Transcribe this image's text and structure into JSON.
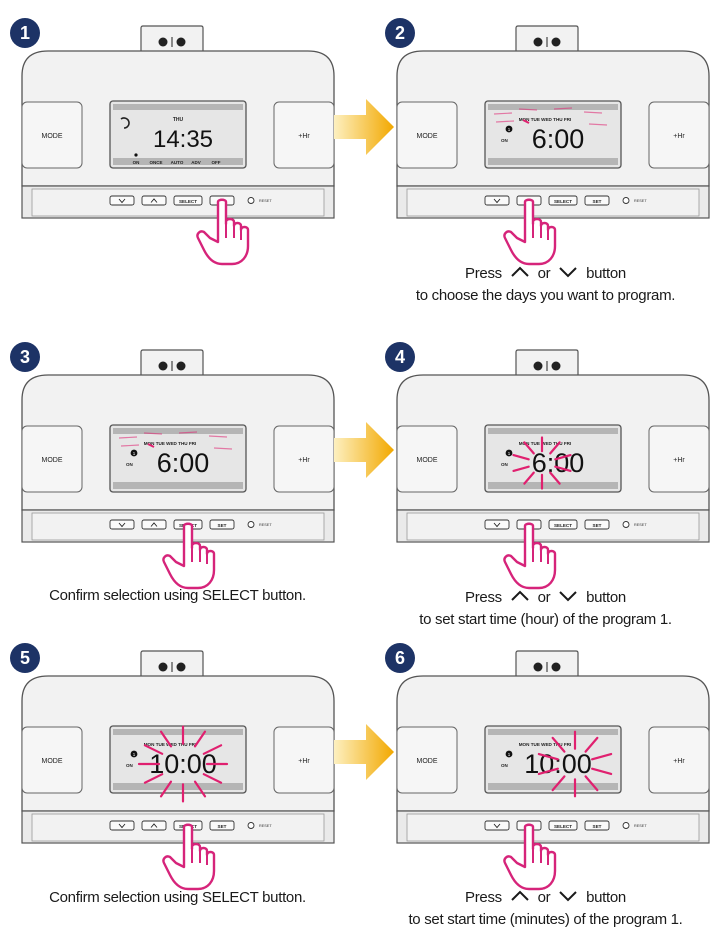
{
  "steps": [
    {
      "number": "1",
      "day": "THU",
      "time": "14:35",
      "show_days": false,
      "show_on_label": false,
      "modes": [
        "ON",
        "ONCE",
        "AUTO",
        "ADV",
        "OFF"
      ],
      "pressed": "set",
      "flash": "none",
      "caption": []
    },
    {
      "number": "2",
      "day": "MON TUE WED THU FRI",
      "time": "6:00",
      "show_days": true,
      "show_on_label": true,
      "modes": [],
      "pressed": "up",
      "flash": "days",
      "caption": [
        "Press {up} or {down} button",
        "to choose the days you want to program."
      ]
    },
    {
      "number": "3",
      "day": "MON TUE WED THU FRI",
      "time": "6:00",
      "show_days": true,
      "show_on_label": true,
      "modes": [],
      "pressed": "select",
      "flash": "days",
      "caption": [
        "Confirm selection using SELECT button."
      ]
    },
    {
      "number": "4",
      "day": "MON TUE WED THU FRI",
      "time": "6:00",
      "show_days": true,
      "show_on_label": true,
      "modes": [],
      "pressed": "up",
      "flash": "hour",
      "caption": [
        "Press {up} or {down} button",
        "to set start time (hour) of the program 1."
      ]
    },
    {
      "number": "5",
      "day": "MON TUE WED THU FRI",
      "time": "10:00",
      "show_days": true,
      "show_on_label": true,
      "modes": [],
      "pressed": "select",
      "flash": "time",
      "caption": [
        "Confirm selection using SELECT button."
      ]
    },
    {
      "number": "6",
      "day": "MON TUE WED THU FRI",
      "time": "10:00",
      "show_days": true,
      "show_on_label": true,
      "modes": [],
      "pressed": "up",
      "flash": "minutes",
      "caption": [
        "Press {up} or {down} button",
        "to set start time (minutes) of the program 1."
      ]
    }
  ],
  "device_labels": {
    "mode": "MODE",
    "plus_hr": "+Hr",
    "select": "SELECT",
    "set": "SET",
    "reset": "RESET",
    "on": "ON",
    "program_number": "1"
  },
  "colors": {
    "badge": "#1d3366",
    "flash": "#e0206f",
    "hand": "#d6247a",
    "arrow_light": "#fdf0c0",
    "arrow_dark": "#f2a800",
    "device_fill": "#f2f2f2",
    "device_stroke": "#555555",
    "lcd": "#c8c8c8"
  }
}
